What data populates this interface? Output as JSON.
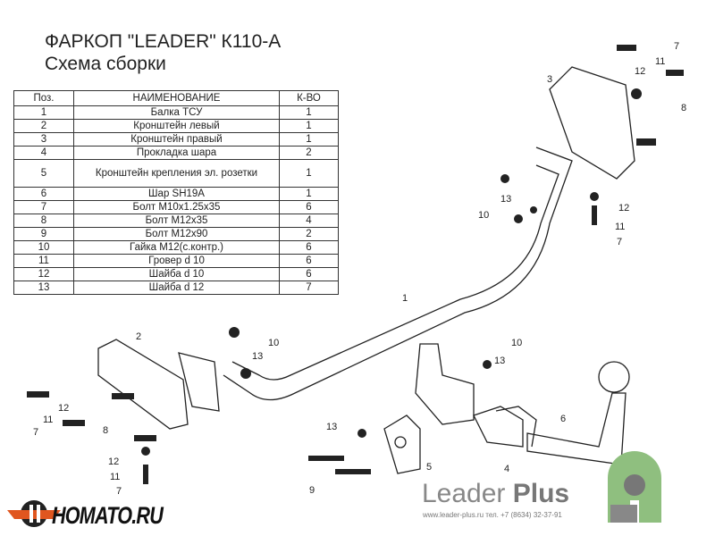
{
  "title": "ФАРКОП \"LEADER\" К110-А",
  "subtitle": "Схема сборки",
  "table": {
    "headers": [
      "Поз.",
      "НАИМЕНОВАНИЕ",
      "К-ВО"
    ],
    "rows": [
      [
        "1",
        "Балка ТСУ",
        "1"
      ],
      [
        "2",
        "Кронштейн левый",
        "1"
      ],
      [
        "3",
        "Кронштейн правый",
        "1"
      ],
      [
        "4",
        "Прокладка шара",
        "2"
      ],
      [
        "5",
        "Кронштейн крепления эл. розетки",
        "1"
      ],
      [
        "6",
        "Шар SH19A",
        "1"
      ],
      [
        "7",
        "Болт М10x1.25x35",
        "6"
      ],
      [
        "8",
        "Болт М12x35",
        "4"
      ],
      [
        "9",
        "Болт М12x90",
        "2"
      ],
      [
        "10",
        "Гайка М12(с.контр.)",
        "6"
      ],
      [
        "11",
        "Гровер d 10",
        "6"
      ],
      [
        "12",
        "Шайба d 10",
        "6"
      ],
      [
        "13",
        "Шайба d 12",
        "7"
      ]
    ]
  },
  "callouts": [
    "7",
    "11",
    "12",
    "8",
    "3",
    "13",
    "10",
    "12",
    "11",
    "7",
    "1",
    "2",
    "10",
    "13",
    "10",
    "13",
    "12",
    "11",
    "7",
    "8",
    "13",
    "5",
    "4",
    "6",
    "9",
    "12",
    "11",
    "7"
  ],
  "brand": {
    "name_light": "Leader",
    "name_bold": "Plus",
    "contacts": "www.leader-plus.ru   тел. +7 (8634) 32-37-91",
    "watermark": "HOMATO.RU",
    "accent": "#8fbf7f"
  }
}
